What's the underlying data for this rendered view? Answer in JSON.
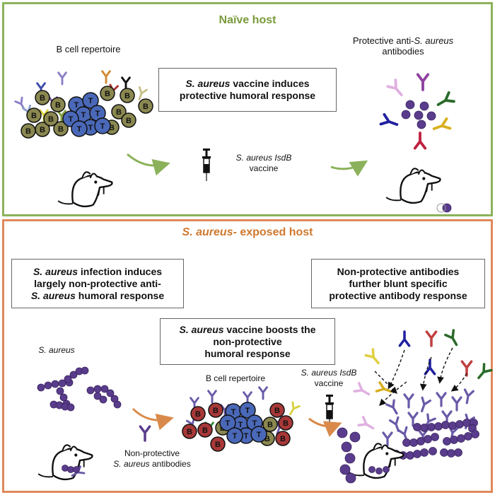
{
  "colors": {
    "top_border": "#8bb25a",
    "bottom_border": "#e0895a",
    "top_title": "#7a9a3a",
    "bottom_title": "#d0782e",
    "b_cell_olive": "#8a8850",
    "b_cell_red": "#a83838",
    "t_cell_blue": "#4a68b8",
    "bacteria_purple": "#5a3c8c",
    "arrow_green": "#8bb25a",
    "arrow_orange": "#d98a4a"
  },
  "top": {
    "title": "Naïve host",
    "b_cell_repertoire": "B cell repertoire",
    "protective_prefix": "Protective anti-",
    "protective_italic": "S. aureus",
    "protective_suffix": "antibodies",
    "vaccine_box_italic": "S. aureus",
    "vaccine_box_line1_rest": " vaccine induces",
    "vaccine_box_line2": "protective humoral response",
    "vaccine_label_line1": "S. aureus IsdB",
    "vaccine_label_line2": "vaccine"
  },
  "bottom": {
    "title_italic": "S. aureus",
    "title_rest": "- exposed host",
    "infection_box_italic1": "S. aureus",
    "infection_box_line1_rest": " infection induces",
    "infection_box_line2": "largely non-protective anti-",
    "infection_box_italic2": "S. aureus",
    "infection_box_line3_rest": " humoral response",
    "nonprotective_box_line1": "Non-protective antibodies",
    "nonprotective_box_line2": "further blunt specific",
    "nonprotective_box_line3": "protective antibody response",
    "boost_box_italic": "S. aureus",
    "boost_box_line1_rest": " vaccine boosts the",
    "boost_box_line2": "non-protective",
    "boost_box_line3": "humoral response",
    "s_aureus_label": "S. aureus",
    "b_cell_repertoire": "B cell repertoire",
    "vaccine_label_line1": "S. aureus IsdB",
    "vaccine_label_line2": "vaccine",
    "nonprotective_label_line1": "Non-protective",
    "nonprotective_label_line2_italic": "S. aureus",
    "nonprotective_label_line2_rest": "  antibodies"
  },
  "glyphs": {
    "b": "B",
    "t": "T"
  }
}
